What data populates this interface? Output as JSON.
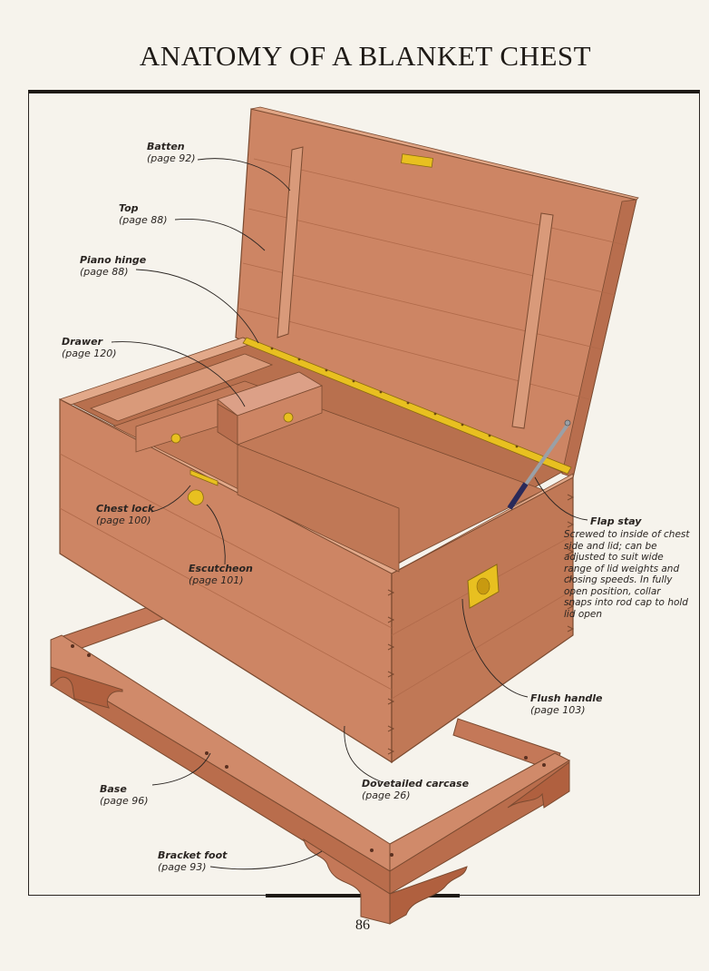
{
  "title": "ANATOMY OF A BLANKET CHEST",
  "page_number": "86",
  "callouts": {
    "batten": {
      "name": "Batten",
      "ref": "(page 92)"
    },
    "top": {
      "name": "Top",
      "ref": "(page 88)"
    },
    "piano_hinge": {
      "name": "Piano hinge",
      "ref": "(page 88)"
    },
    "drawer": {
      "name": "Drawer",
      "ref": "(page 120)"
    },
    "chest_lock": {
      "name": "Chest lock",
      "ref": "(page 100)"
    },
    "escutcheon": {
      "name": "Escutcheon",
      "ref": "(page 101)"
    },
    "flap_stay": {
      "name": "Flap stay",
      "description": "Screwed to inside of chest side and lid; can be adjusted to suit wide range of lid weights and closing speeds. In fully open position, collar snaps into rod cap to hold lid open"
    },
    "flush_handle": {
      "name": "Flush handle",
      "ref": "(page 103)"
    },
    "dovetailed_carcase": {
      "name": "Dovetailed carcase",
      "ref": "(page 26)"
    },
    "base": {
      "name": "Base",
      "ref": "(page 96)"
    },
    "bracket_foot": {
      "name": "Bracket foot",
      "ref": "(page 93)"
    }
  },
  "colors": {
    "wood": "#c97e5e",
    "wood_dark": "#a9603f",
    "wood_light": "#dca087",
    "brass": "#e8c020",
    "page": "#f6f3ec",
    "ink": "#1e1a16"
  }
}
